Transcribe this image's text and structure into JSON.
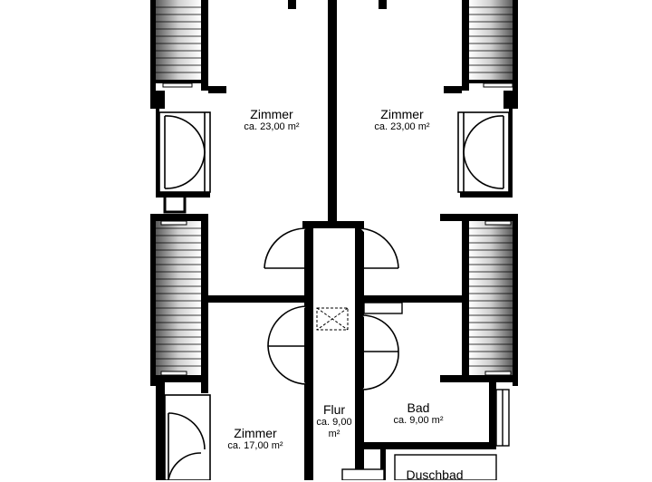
{
  "rooms": {
    "zimmer_left": {
      "name": "Zimmer",
      "area": "ca. 23,00 m²"
    },
    "zimmer_right": {
      "name": "Zimmer",
      "area": "ca. 23,00 m²"
    },
    "zimmer_lower": {
      "name": "Zimmer",
      "area": "ca. 17,00 m²"
    },
    "flur": {
      "name": "Flur",
      "area_line1": "ca. 9,00",
      "area_line2": "m²"
    },
    "bad": {
      "name": "Bad",
      "area": "ca. 9,00 m²"
    },
    "duschbad": {
      "name": "Duschbad"
    }
  },
  "colors": {
    "wall": "#000000",
    "background": "#ffffff",
    "stair_shade": "#c8c8c8"
  }
}
